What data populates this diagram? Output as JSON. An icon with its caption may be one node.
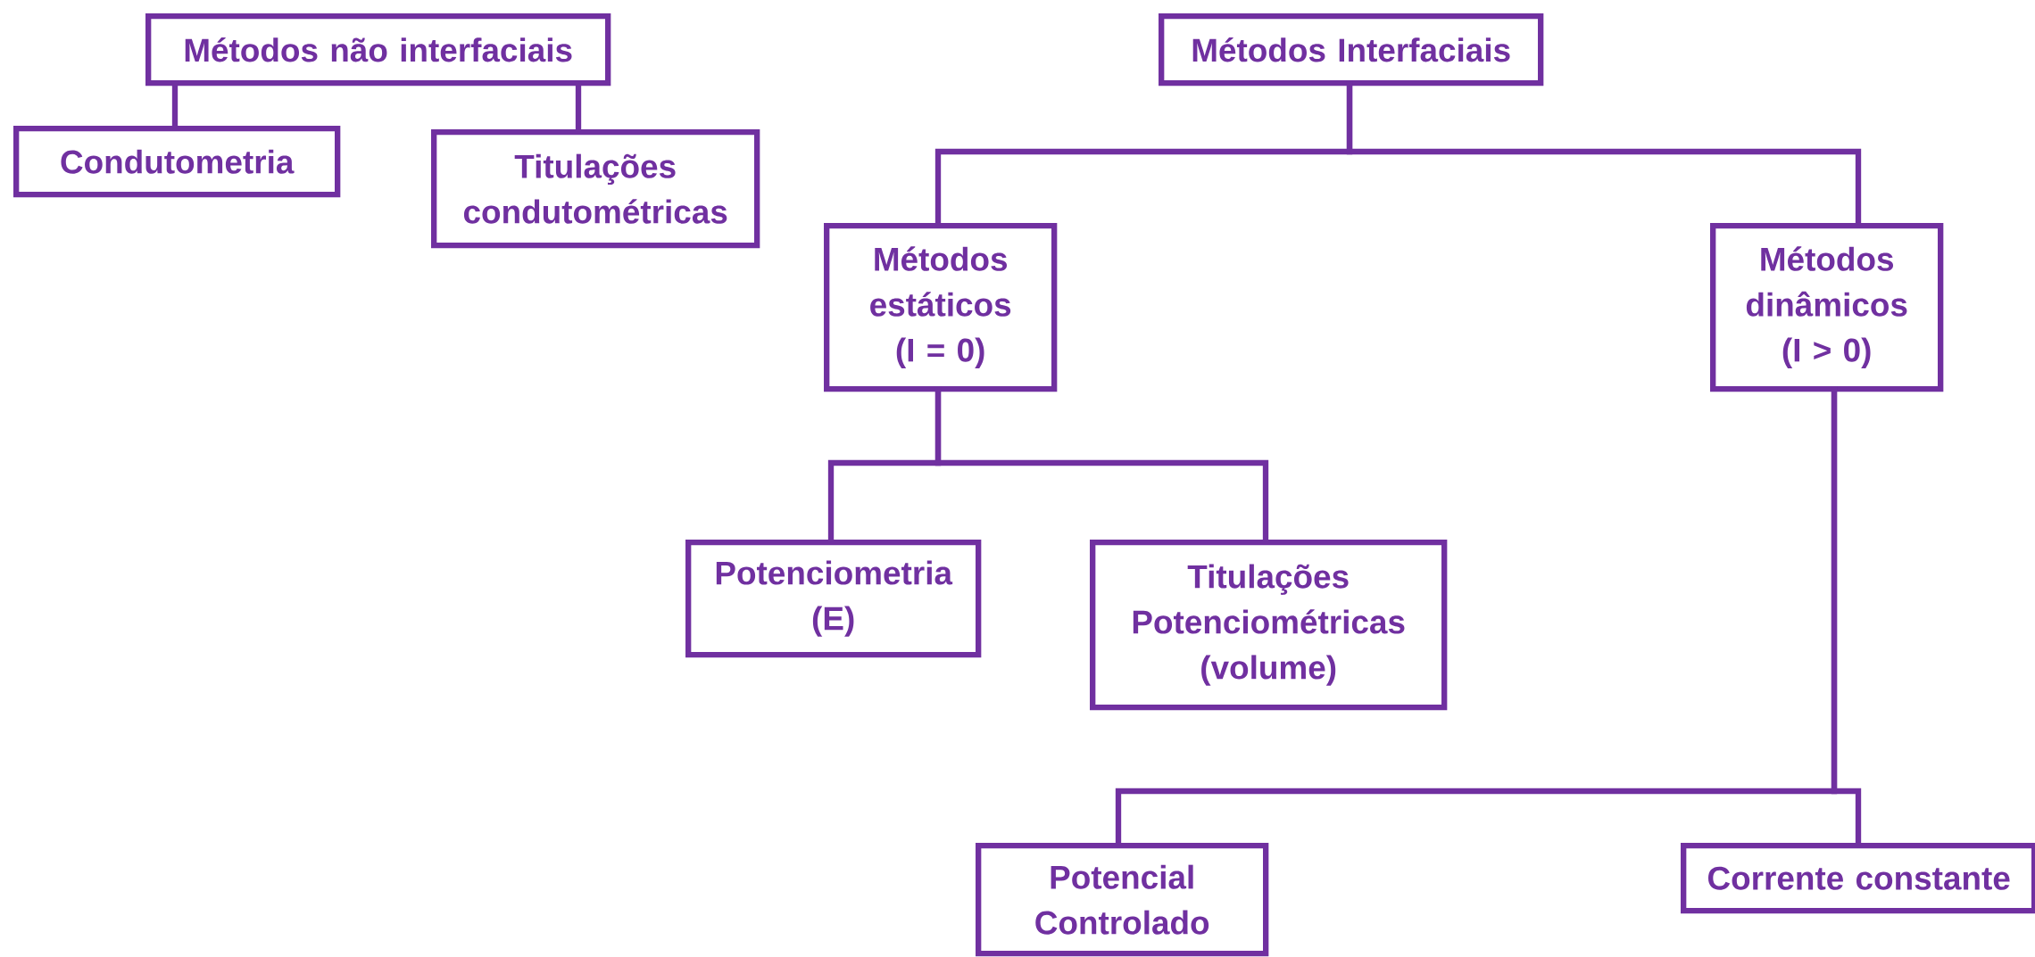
{
  "diagram": {
    "nodes": [
      {
        "text": [
          "Métodos não interfaciais"
        ]
      },
      {
        "text": [
          "Condutometria"
        ]
      },
      {
        "text": [
          "Titulações condutométricas"
        ]
      },
      {
        "text": [
          "Métodos Interfaciais"
        ]
      },
      {
        "text": [
          "Métodos estáticos (I = 0)"
        ]
      },
      {
        "text": [
          "Métodos dinâmicos (I > 0)"
        ]
      },
      {
        "text": [
          "Potenciometria (E)"
        ]
      },
      {
        "text": [
          "Titulações Potenciométricas (volume)"
        ]
      },
      {
        "text": [
          "Potencial Controlado"
        ]
      },
      {
        "text": [
          "Corrente constante"
        ]
      }
    ],
    "edges": [
      {
        "from": 0,
        "to": 1,
        "arrow": "none"
      },
      {
        "from": 0,
        "to": 2,
        "arrow": "none"
      },
      {
        "from": 3,
        "to": 4,
        "arrow": "none"
      },
      {
        "from": 3,
        "to": 5,
        "arrow": "none"
      },
      {
        "from": 4,
        "to": 6,
        "arrow": "none"
      },
      {
        "from": 4,
        "to": 7,
        "arrow": "none"
      },
      {
        "from": 5,
        "to": 8,
        "arrow": "none"
      },
      {
        "from": 5,
        "to": 9,
        "arrow": "none"
      }
    ]
  }
}
